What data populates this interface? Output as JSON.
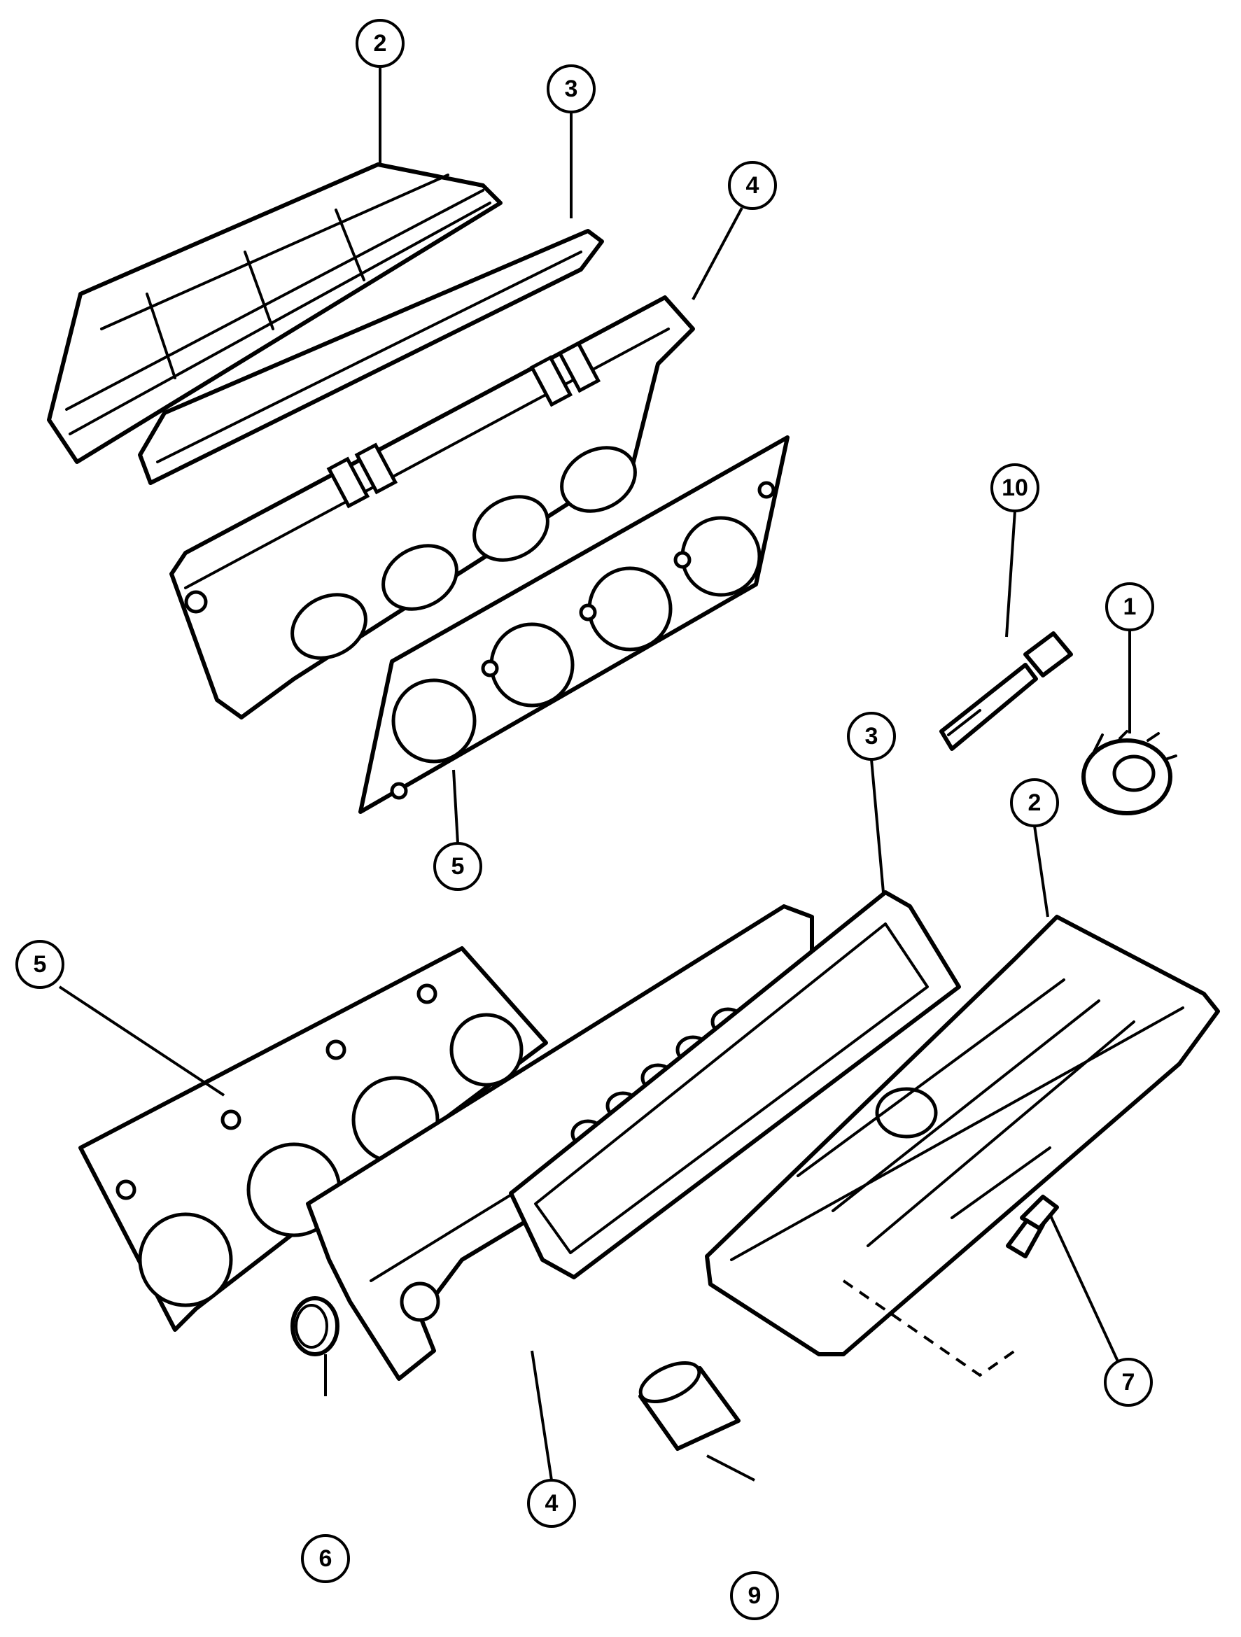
{
  "callouts": [
    {
      "id": "c-2-top",
      "label": "2"
    },
    {
      "id": "c-3-top",
      "label": "3"
    },
    {
      "id": "c-4-top",
      "label": "4"
    },
    {
      "id": "c-10",
      "label": "10"
    },
    {
      "id": "c-1",
      "label": "1"
    },
    {
      "id": "c-5-mid",
      "label": "5"
    },
    {
      "id": "c-3-bottom",
      "label": "3"
    },
    {
      "id": "c-2-bottom",
      "label": "2"
    },
    {
      "id": "c-5-left",
      "label": "5"
    },
    {
      "id": "c-7",
      "label": "7"
    },
    {
      "id": "c-6",
      "label": "6"
    },
    {
      "id": "c-4-bottom",
      "label": "4"
    },
    {
      "id": "c-9",
      "label": "9"
    }
  ]
}
